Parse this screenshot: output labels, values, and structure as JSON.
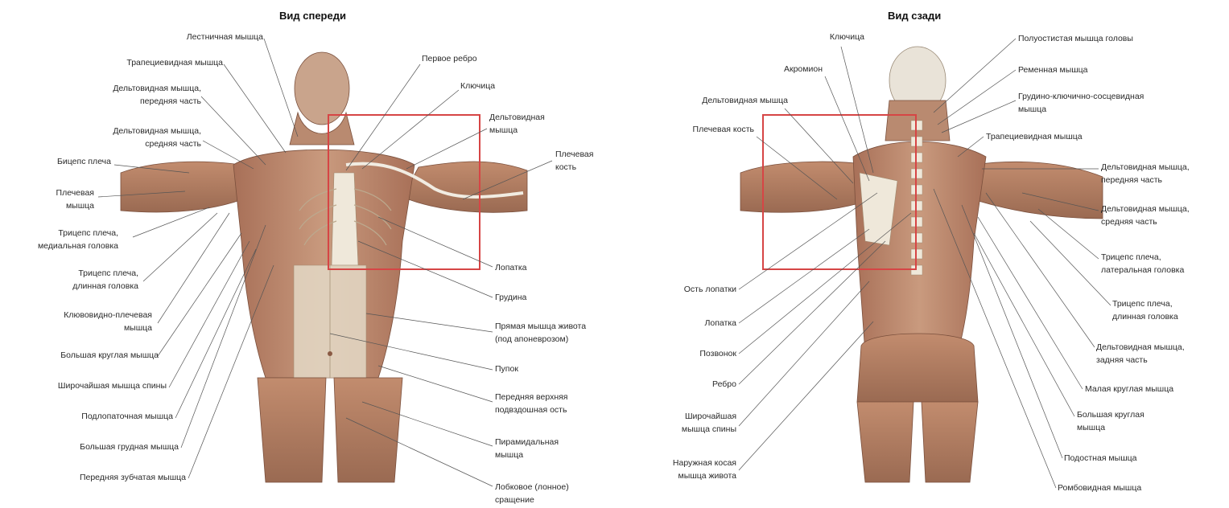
{
  "front": {
    "title": "Вид спереди",
    "labels": [
      "Лестничная мышца",
      "Трапециевидная мышца",
      "Дельтовидная мышца,\nпередняя часть",
      "Дельтовидная мышца,\nсредняя часть",
      "Бицепс плеча",
      "Плечевая\nмышца",
      "Трицепс плеча,\nмедиальная головка",
      "Трицепс плеча,\nдлинная головка",
      "Клювовидно-плечевая\nмышца",
      "Большая круглая мышца",
      "Широчайшая мышца спины",
      "Подлопаточная мышца",
      "Большая грудная мышца",
      "Передняя зубчатая мышца",
      "Первое ребро",
      "Ключица",
      "Дельтовидная\nмышца",
      "Плечевая\nкость",
      "Лопатка",
      "Грудина",
      "Прямая мышца живота\n(под апоневрозом)",
      "Пупок",
      "Передняя верхняя\nподвздошная ость",
      "Пирамидальная\nмышца",
      "Лобковое (лонное)\nсращение"
    ]
  },
  "back": {
    "title": "Вид сзади",
    "labels": [
      "Ключица",
      "Акромион",
      "Дельтовидная мышца",
      "Плечевая кость",
      "Ость лопатки",
      "Лопатка",
      "Позвонок",
      "Ребро",
      "Широчайшая\nмышца спины",
      "Наружная косая\nмышца живота",
      "Полуостистая мышца головы",
      "Ременная мышца",
      "Грудино-ключично-сосцевидная\nмышца",
      "Трапециевидная мышца",
      "Дельтовидная мышца,\nпередняя часть",
      "Дельтовидная мышца,\nсредняя часть",
      "Трицепс плеча,\nлатеральная головка",
      "Трицепс плеча,\nдлинная головка",
      "Дельтовидная мышца,\nзадняя часть",
      "Малая круглая мышца",
      "Большая круглая\nмышца",
      "Подостная мышца",
      "Ромбовидная мышца"
    ]
  },
  "colors": {
    "frame": "#d64545",
    "muscle": "#b07a5e",
    "muscle_dark": "#8a5a44",
    "tendon": "#e8e2d6",
    "bone": "#f1ece2",
    "leader": "#555555"
  }
}
